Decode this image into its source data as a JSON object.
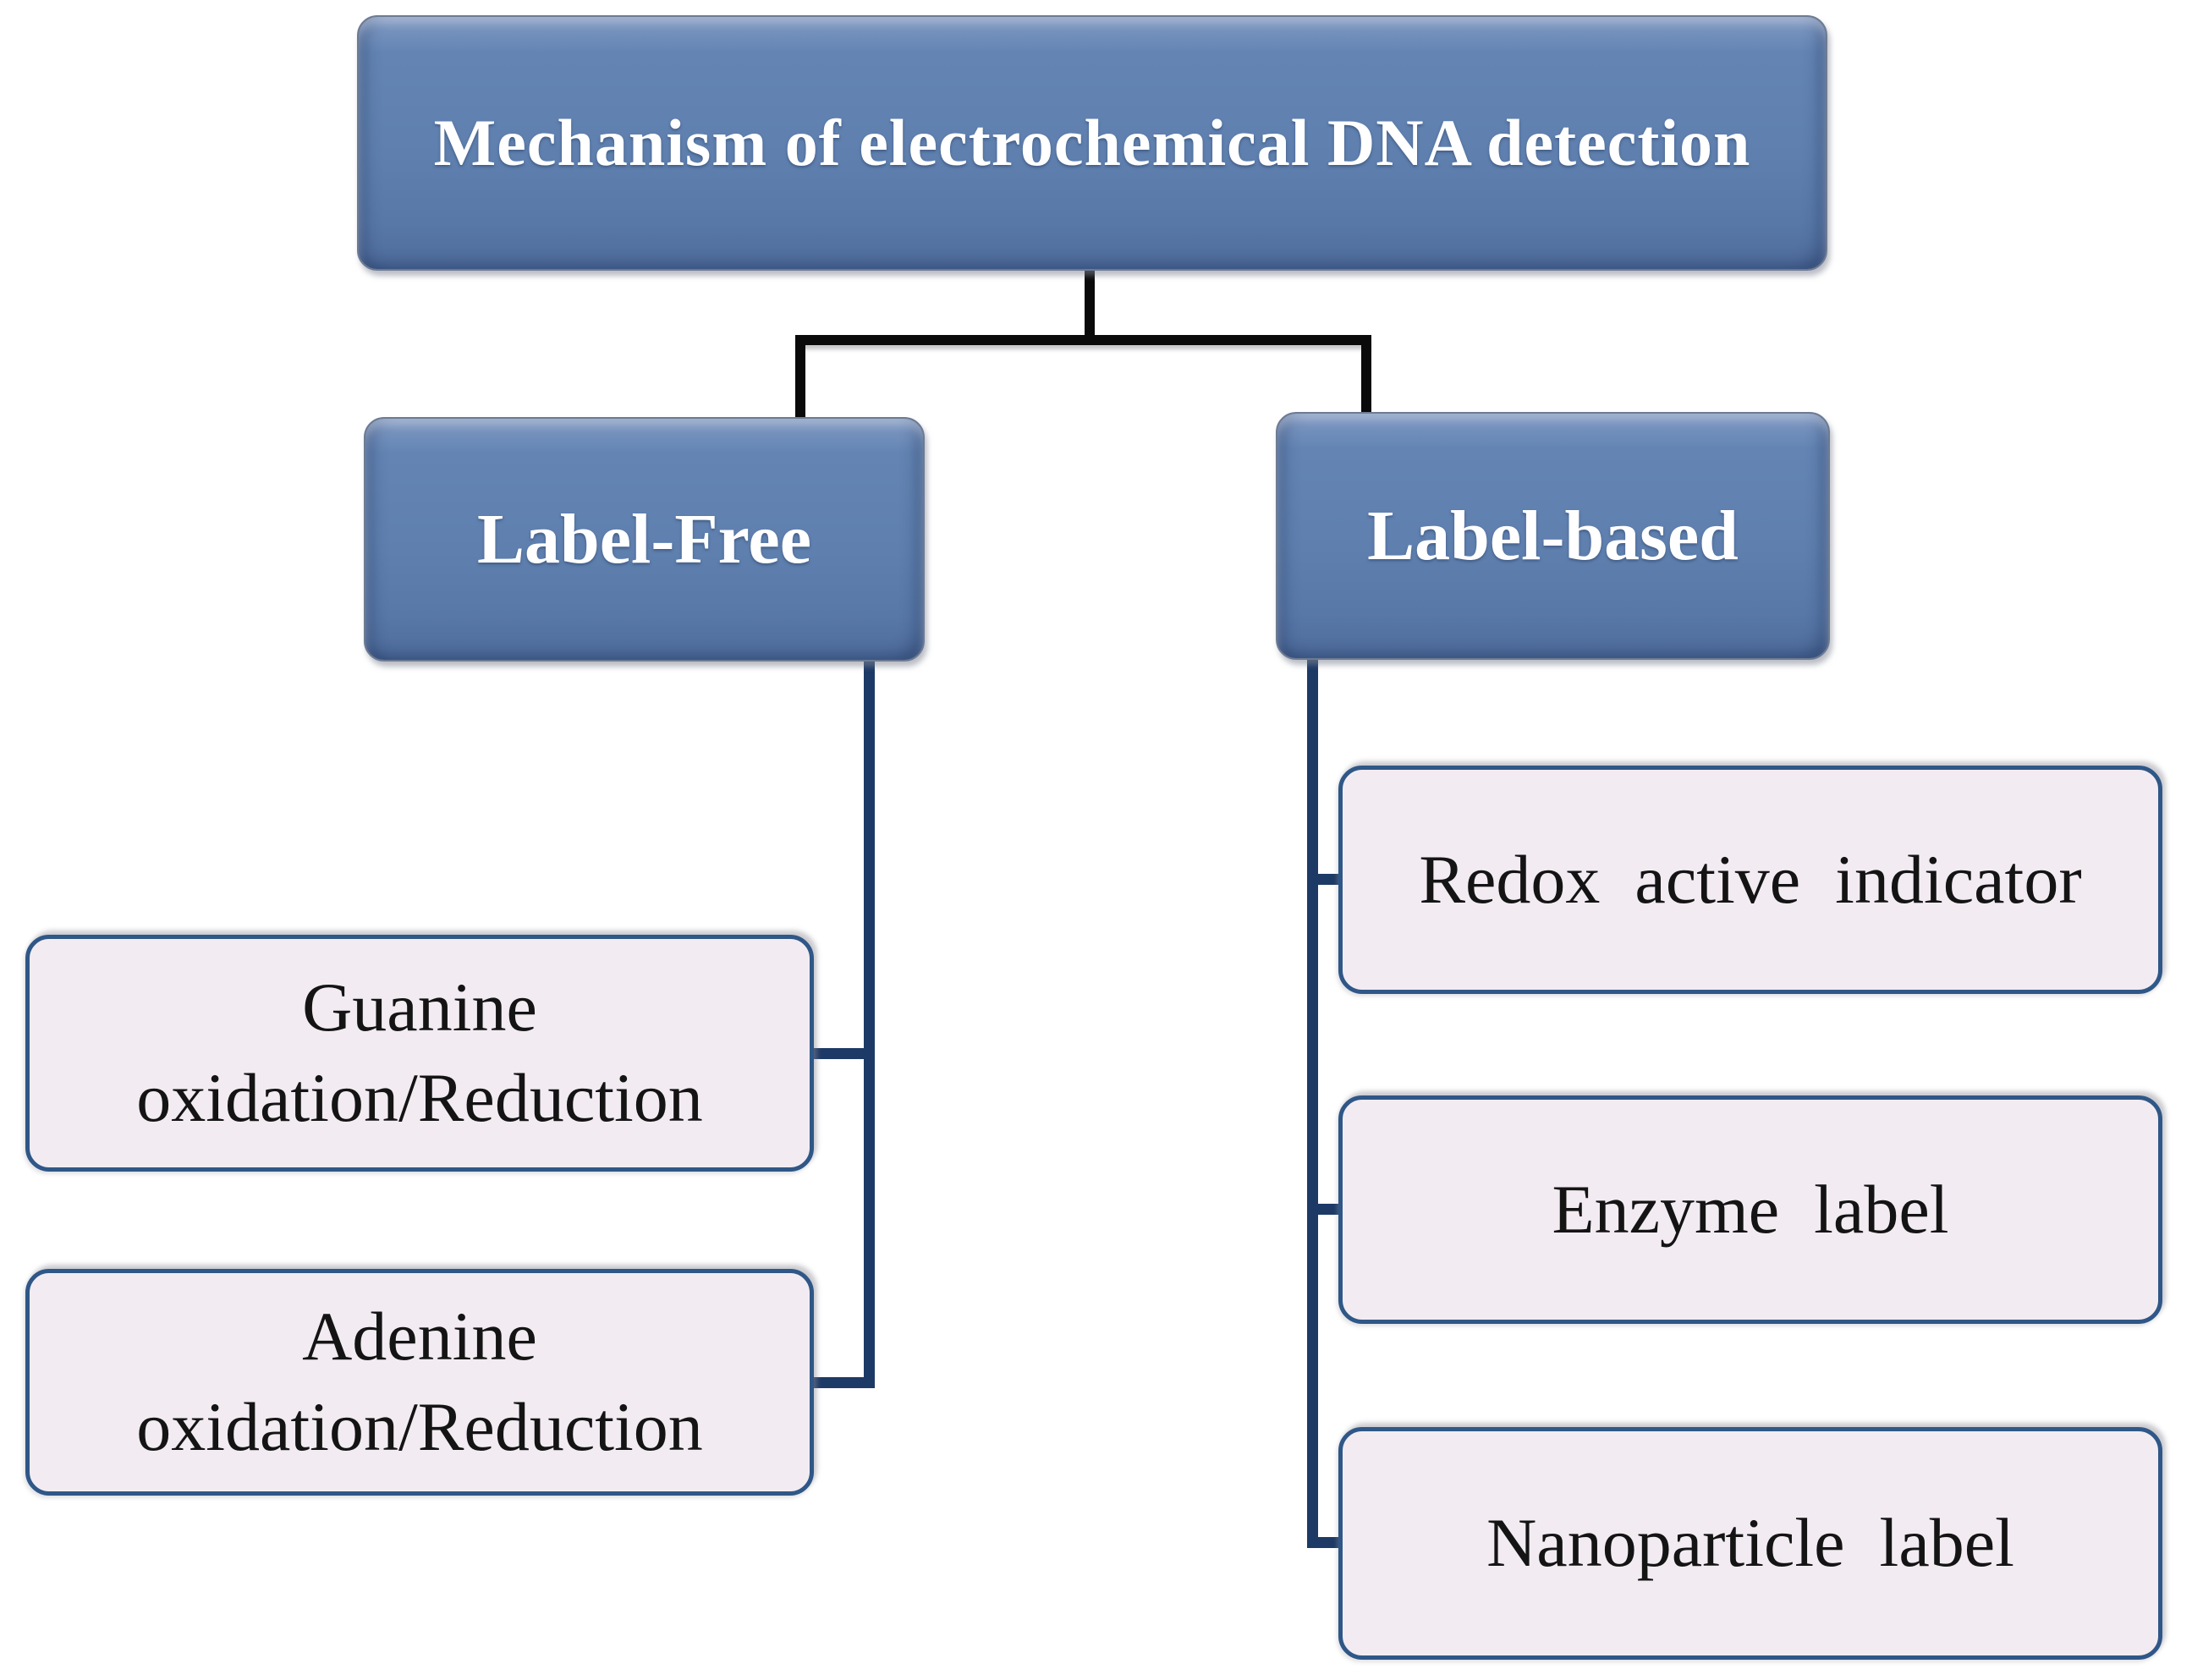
{
  "root": {
    "label": "Mechanism of electrochemical DNA detection"
  },
  "branches": [
    {
      "label": "Label-Free",
      "children": [
        {
          "label": "Guanine oxidation/Reduction"
        },
        {
          "label": "Adenine oxidation/Reduction"
        }
      ]
    },
    {
      "label": "Label-based",
      "children": [
        {
          "label": "Redox active indicator"
        },
        {
          "label": "Enzyme label"
        },
        {
          "label": "Nanoparticle label"
        }
      ]
    }
  ],
  "colors": {
    "node_fill": "#5e80af",
    "node_text": "#ffffff",
    "leaf_fill": "#f2ecf2",
    "leaf_border": "#2f5787",
    "leaf_text": "#141414",
    "connector_black": "#0a0a0a",
    "connector_navy": "#1d3a66",
    "canvas_bg": "#ffffff"
  }
}
